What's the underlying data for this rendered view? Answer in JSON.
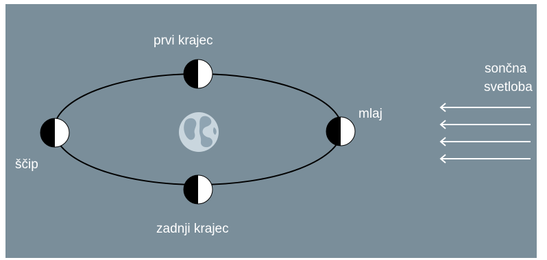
{
  "labels": {
    "first_quarter": "prvi krajec",
    "last_quarter": "zadnji krajec",
    "new_moon": "mlaj",
    "full_moon": "ščip",
    "sunlight_line1": "sončna",
    "sunlight_line2": "svetloba"
  },
  "colors": {
    "background": "#7a8e9a",
    "orbit": "#000000",
    "moon_dark": "#000000",
    "moon_lit": "#ffffff",
    "earth": "#c9d6de",
    "arrows": "#ffffff",
    "text": "#ffffff"
  },
  "moons": [
    {
      "name": "first-quarter",
      "lit_side": "right"
    },
    {
      "name": "new-moon",
      "lit_side": "right"
    },
    {
      "name": "last-quarter",
      "lit_side": "right"
    },
    {
      "name": "full-moon",
      "lit_side": "right"
    }
  ],
  "sunlight_arrow_count": 4
}
